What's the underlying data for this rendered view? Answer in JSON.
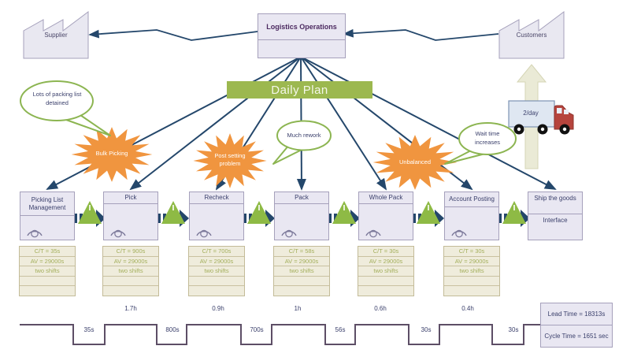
{
  "diagram": {
    "supplier_label": "Supplier",
    "customers_label": "Customers",
    "control_center_title": "Logistics Operations",
    "plan_banner_label": "Daily Plan",
    "shipment_frequency": "2/day"
  },
  "callouts": {
    "bubbles": [
      {
        "text": "Lots of packing list detained"
      },
      {
        "text": "Much rework"
      },
      {
        "text": "Wait time increases"
      }
    ],
    "problem_bursts": [
      {
        "text": "Bulk Picking"
      },
      {
        "text": "Post setting problem"
      },
      {
        "text": "Unbalanced"
      }
    ]
  },
  "processes": [
    {
      "name": "Picking List Management",
      "data": [
        "C/T = 35s",
        "AV = 29000s",
        "two shifts"
      ]
    },
    {
      "name": "Pick",
      "data": [
        "C/T = 900s",
        "AV = 29000s",
        "two shifts"
      ]
    },
    {
      "name": "Recheck",
      "data": [
        "C/T = 700s",
        "AV = 29000s",
        "two shifts"
      ]
    },
    {
      "name": "Pack",
      "data": [
        "C/T = 58s",
        "AV = 29000s",
        "two shifts"
      ]
    },
    {
      "name": "Whole Pack",
      "data": [
        "C/T = 30s",
        "AV = 29000s",
        "two shifts"
      ]
    },
    {
      "name": "Account Posting",
      "data": [
        "C/T = 30s",
        "AV = 29000s",
        "two shifts"
      ]
    },
    {
      "name": "Ship the goods",
      "subtitle": "Interface"
    }
  ],
  "timeline": {
    "wait_times": [
      "1.7h",
      "0.9h",
      "1h",
      "0.6h",
      "0.4h"
    ],
    "process_times": [
      "35s",
      "800s",
      "700s",
      "56s",
      "30s",
      "30s"
    ],
    "lead_time_label": "Lead Time = 18313s",
    "cycle_time_label": "Cycle Time = 1651 sec"
  },
  "colors": {
    "line_navy": "#24476b",
    "burst_orange": "#f0953f",
    "accent_green": "#9cb84f",
    "triangle_green": "#8eba45",
    "timeline_purple": "#5d4e66",
    "box_lavender": "#e9e7f2",
    "data_box_beige": "#efecdc",
    "shipment_beige": "#eaead6",
    "truck_red": "#b6443d"
  }
}
